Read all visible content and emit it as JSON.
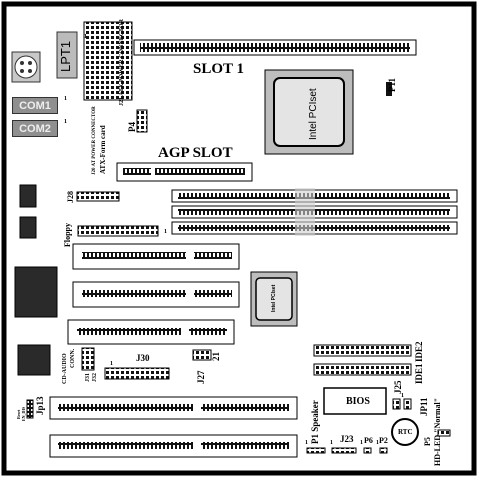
{
  "labels": {
    "lpt1": "LPT1",
    "com1": "COM1",
    "com2": "COM2",
    "slot1": "SLOT 1",
    "agp_slot": "AGP SLOT",
    "p11": "P11",
    "p4": "P4",
    "j21": "J21 ATX POWER CONNECTOR",
    "j20": "J20 AT POWER CONNECTOR",
    "atx_form": "ATX-Form card",
    "j28": "J28",
    "floppy": "Floppy",
    "intel_pciset": "Intel PCIset",
    "intel_pciset_small": "Intel PCIset",
    "cd_audio": "CD-AUDIO",
    "conn": "CONN.",
    "j31": "J31",
    "j32": "J32",
    "j30": "J30",
    "j27": "J27",
    "j21b": "21",
    "jp13": "Jp13",
    "reset_a": "Reset",
    "reset_b": "EN_DIS",
    "p1_speaker": "P1 Speaker",
    "j23": "J23",
    "p6": "P6",
    "p2": "P2",
    "bios": "BIOS",
    "j25": "J25",
    "jp11": "JP11",
    "ide1": "IDE1",
    "ide2": "IDE2",
    "rtc": "RTC",
    "p5": "P5",
    "hd_led": "HD-LED \"Normal\"",
    "one_a": "1",
    "one_b": "1",
    "one_c": "1",
    "one_d": "1",
    "one_e": "1",
    "one_f": "1",
    "one_g": "1",
    "one_h": "1",
    "one_i": "1",
    "one_j": "1"
  },
  "colors": {
    "border": "#000000",
    "chip": "#2a2a2a",
    "com_fill": "#8f8f8f",
    "heatsink": "#bdbdbd",
    "slot_fill": "#ffffff"
  }
}
